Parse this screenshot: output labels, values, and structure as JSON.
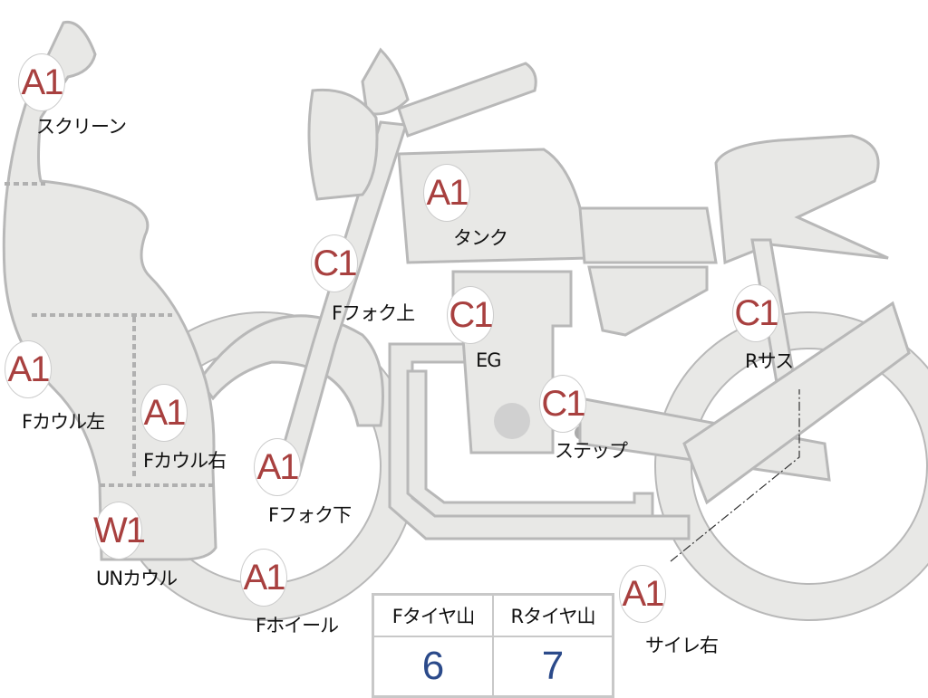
{
  "colors": {
    "code": "#a8403f",
    "value": "#2b4a8a",
    "part_fill": "#e8e8e6",
    "part_stroke": "#b8b8b8"
  },
  "markers": [
    {
      "code": "A1",
      "label": "スクリーン"
    },
    {
      "code": "A1",
      "label": "タンク"
    },
    {
      "code": "C1",
      "label": "Fフォク上"
    },
    {
      "code": "C1",
      "label": "EG"
    },
    {
      "code": "C1",
      "label": "Rサス"
    },
    {
      "code": "A1",
      "label": "Fカウル左"
    },
    {
      "code": "A1",
      "label": "Fカウル右"
    },
    {
      "code": "C1",
      "label": "ステップ"
    },
    {
      "code": "A1",
      "label": "Fフォク下"
    },
    {
      "code": "W1",
      "label": "UNカウル"
    },
    {
      "code": "A1",
      "label": "Fホイール"
    },
    {
      "code": "A1",
      "label": "サイレ右"
    }
  ],
  "tread_table": {
    "headers": [
      "Fタイヤ山",
      "Rタイヤ山"
    ],
    "values": [
      "6",
      "7"
    ]
  }
}
